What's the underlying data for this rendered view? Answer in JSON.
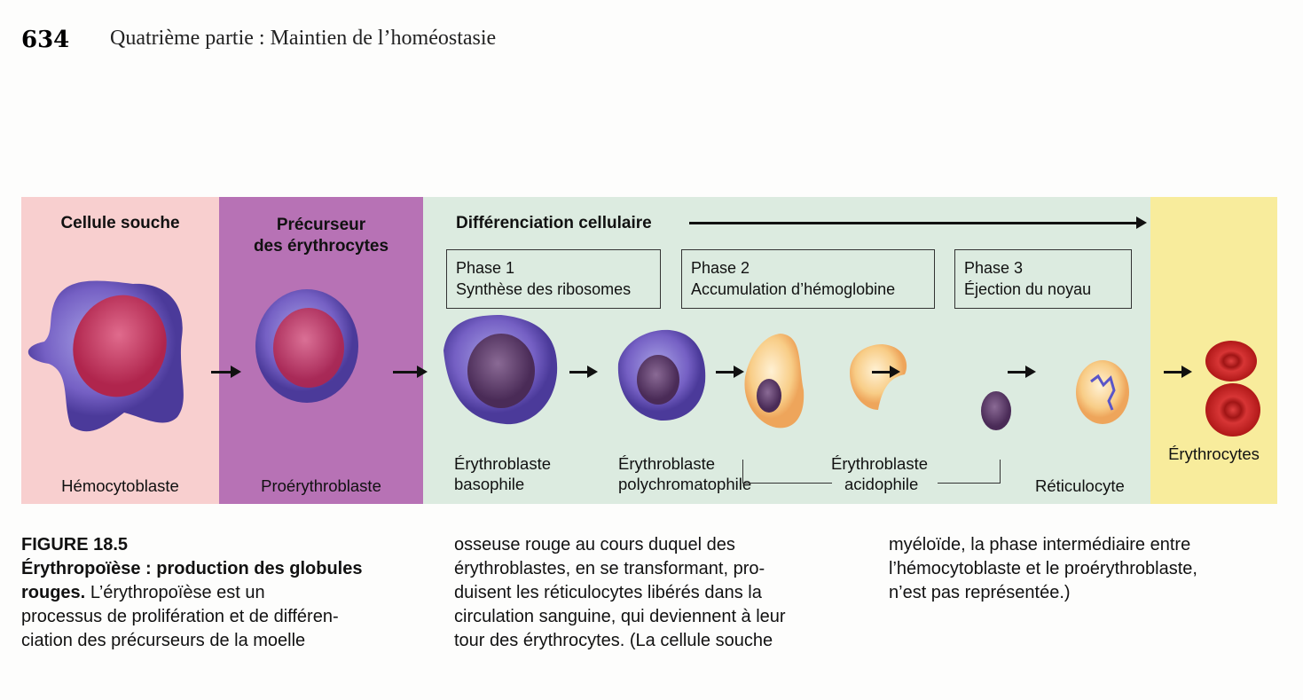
{
  "header": {
    "page_number": "634",
    "part_title": "Quatrième partie : Maintien de l’homéostasie"
  },
  "figure": {
    "panels": [
      {
        "heading": "Cellule souche",
        "color": "#f8cfcf"
      },
      {
        "heading_line1": "Précurseur",
        "heading_line2": "des érythrocytes",
        "color": "#b772b5"
      },
      {
        "heading": "Différenciation cellulaire",
        "color": "#dcebe0"
      },
      {
        "color": "#f8ec9c"
      }
    ],
    "phases": [
      {
        "title": "Phase 1",
        "desc": "Synthèse des ribosomes"
      },
      {
        "title": "Phase 2",
        "desc": "Accumulation d’hémoglobine"
      },
      {
        "title": "Phase 3",
        "desc": "Éjection du noyau"
      }
    ],
    "cells": {
      "hemocytoblaste": "Hémocytoblaste",
      "proerythroblaste": "Proérythroblaste",
      "basophile_1": "Érythroblaste",
      "basophile_2": "basophile",
      "polychromatophile_1": "Érythroblaste",
      "polychromatophile_2": "polychromatophile",
      "acidophile_1": "Érythroblaste",
      "acidophile_2": "acidophile",
      "reticulocyte": "Réticulocyte",
      "erythrocytes": "Érythrocytes"
    }
  },
  "caption": {
    "figure_label": "FIGURE 18.5",
    "title": "Érythropoïèse : production des globules rouges.",
    "col1_lines": [
      "L’érythropoïèse est un",
      "processus de prolifération et de différen-",
      "ciation des précurseurs de la moelle"
    ],
    "col2_lines": [
      "osseuse rouge au cours duquel des",
      "érythroblastes, en se transformant, pro-",
      "duisent les réticulocytes libérés dans la",
      "circulation sanguine, qui deviennent à leur",
      "tour des érythrocytes. (La cellule souche"
    ],
    "col3_lines": [
      "myéloïde, la phase intermédiaire entre",
      "l’hémocytoblaste et le proérythroblaste,",
      "n’est pas représentée.)"
    ]
  }
}
